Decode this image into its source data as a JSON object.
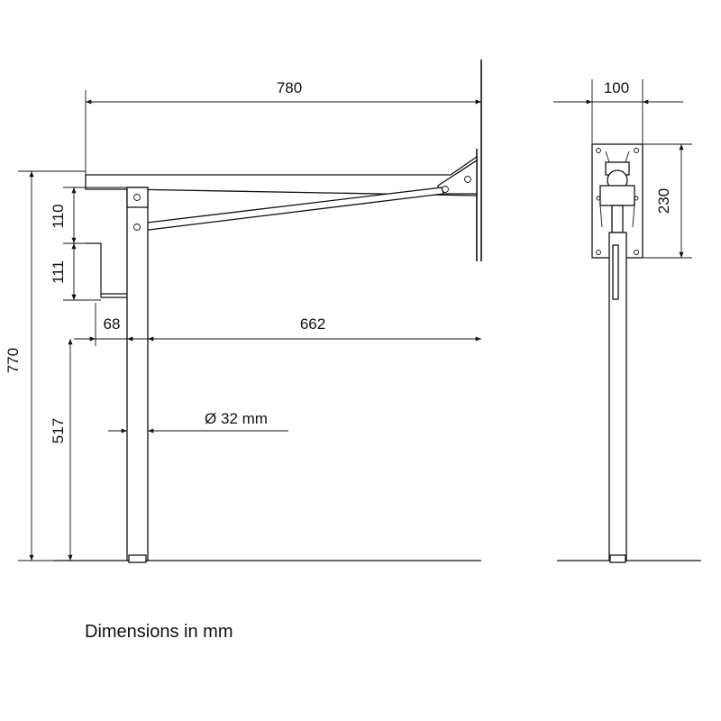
{
  "dimensions": {
    "overall_length": "780",
    "arm_length": "662",
    "wall_offset": "68",
    "upper_height": "110",
    "support_height": "111",
    "total_height": "770",
    "leg_height": "517",
    "tube_diameter": "Ø 32 mm",
    "plate_width": "100",
    "plate_height": "230"
  },
  "caption": "Dimensions in mm"
}
